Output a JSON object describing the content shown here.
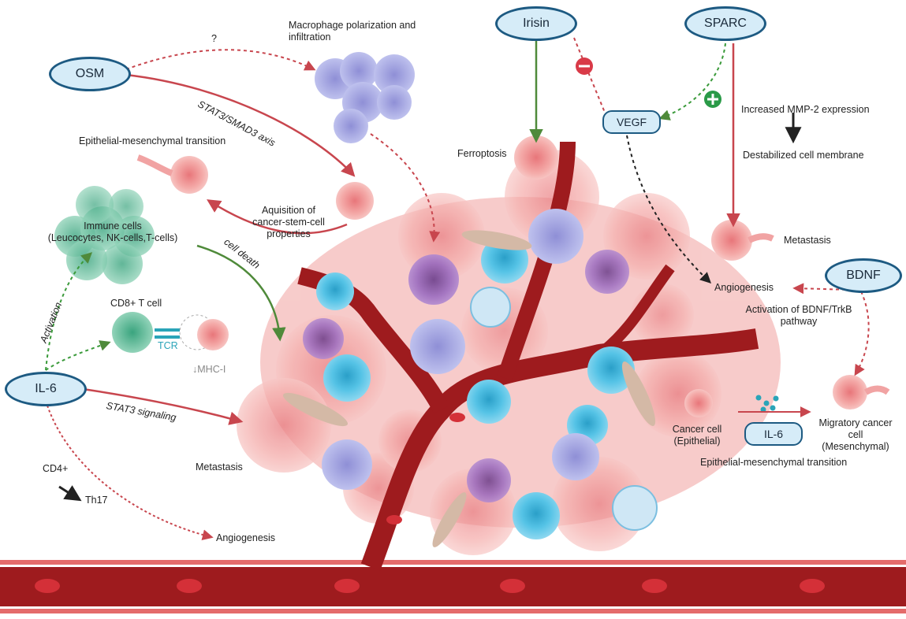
{
  "nodes": {
    "irisin": "Irisin",
    "sparc": "SPARC",
    "osm": "OSM",
    "bdnf": "BDNF",
    "il6": "IL-6",
    "il6_small": "IL-6",
    "vegf": "VEGF"
  },
  "labels": {
    "question": "?",
    "macrophage": "Macrophage polarization and\ninfiltration",
    "stat3_smad3": "STAT3/SMAD3 axis",
    "emt_top": "Epithelial-mesenchymal transition",
    "ferroptosis": "Ferroptosis",
    "mmp2": "Increased MMP-2 expression",
    "destabilized": "Destabilized cell membrane",
    "acquisition": "Aquisition of\ncancer-stem-cell\nproperties",
    "immune_cells": "Immune cells\n(Leucocytes, NK-cells,T-cells)",
    "cell_death": "cell death",
    "metastasis_right": "Metastasis",
    "angiogenesis_right": "Angiogenesis",
    "bdnf_pathway": "Activation of BDNF/TrkB\npathway",
    "activation": "Activation",
    "cd8": "CD8+ T cell",
    "tcr": "TCR",
    "mhc": "↓MHC-I",
    "stat3_signaling": "STAT3 signaling",
    "cancer_cell": "Cancer cell\n(Epithelial)",
    "migratory": "Migratory cancer\ncell\n(Mesenchymal)",
    "emt_bottom": "Epithelial-mesenchymal transition",
    "metastasis_left": "Metastasis",
    "cd4": "CD4+",
    "th17": "Th17",
    "angiogenesis_bottom": "Angiogenesis"
  },
  "colors": {
    "red_arrow": "#c8464e",
    "green_arrow": "#4f8a3a",
    "dashed_green": "#3a9a3a",
    "node_fill": "#d6ecf8",
    "node_border": "#1d5a82",
    "vessel": "#9e1b1e",
    "tumor": "#f0a0a0"
  }
}
